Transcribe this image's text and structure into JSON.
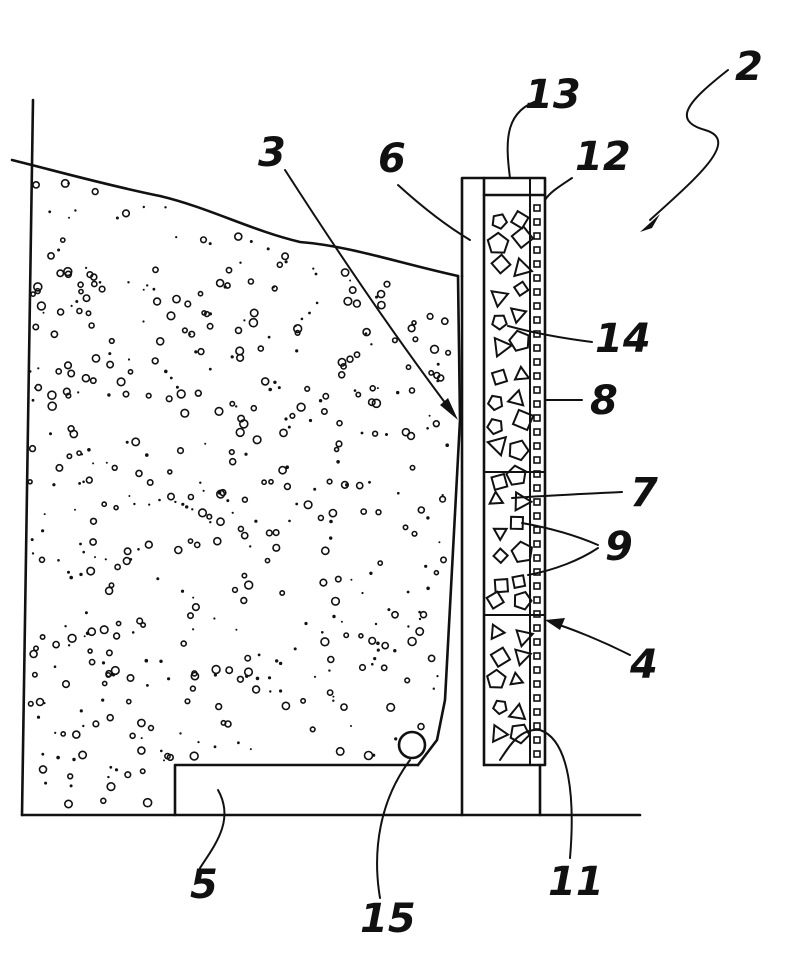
{
  "figure": {
    "labels": {
      "l2": "2",
      "l3": "3",
      "l4": "4",
      "l5": "5",
      "l6": "6",
      "l7": "7",
      "l8": "8",
      "l9": "9",
      "l11": "11",
      "l12": "12",
      "l13": "13",
      "l14": "14",
      "l15": "15"
    }
  }
}
